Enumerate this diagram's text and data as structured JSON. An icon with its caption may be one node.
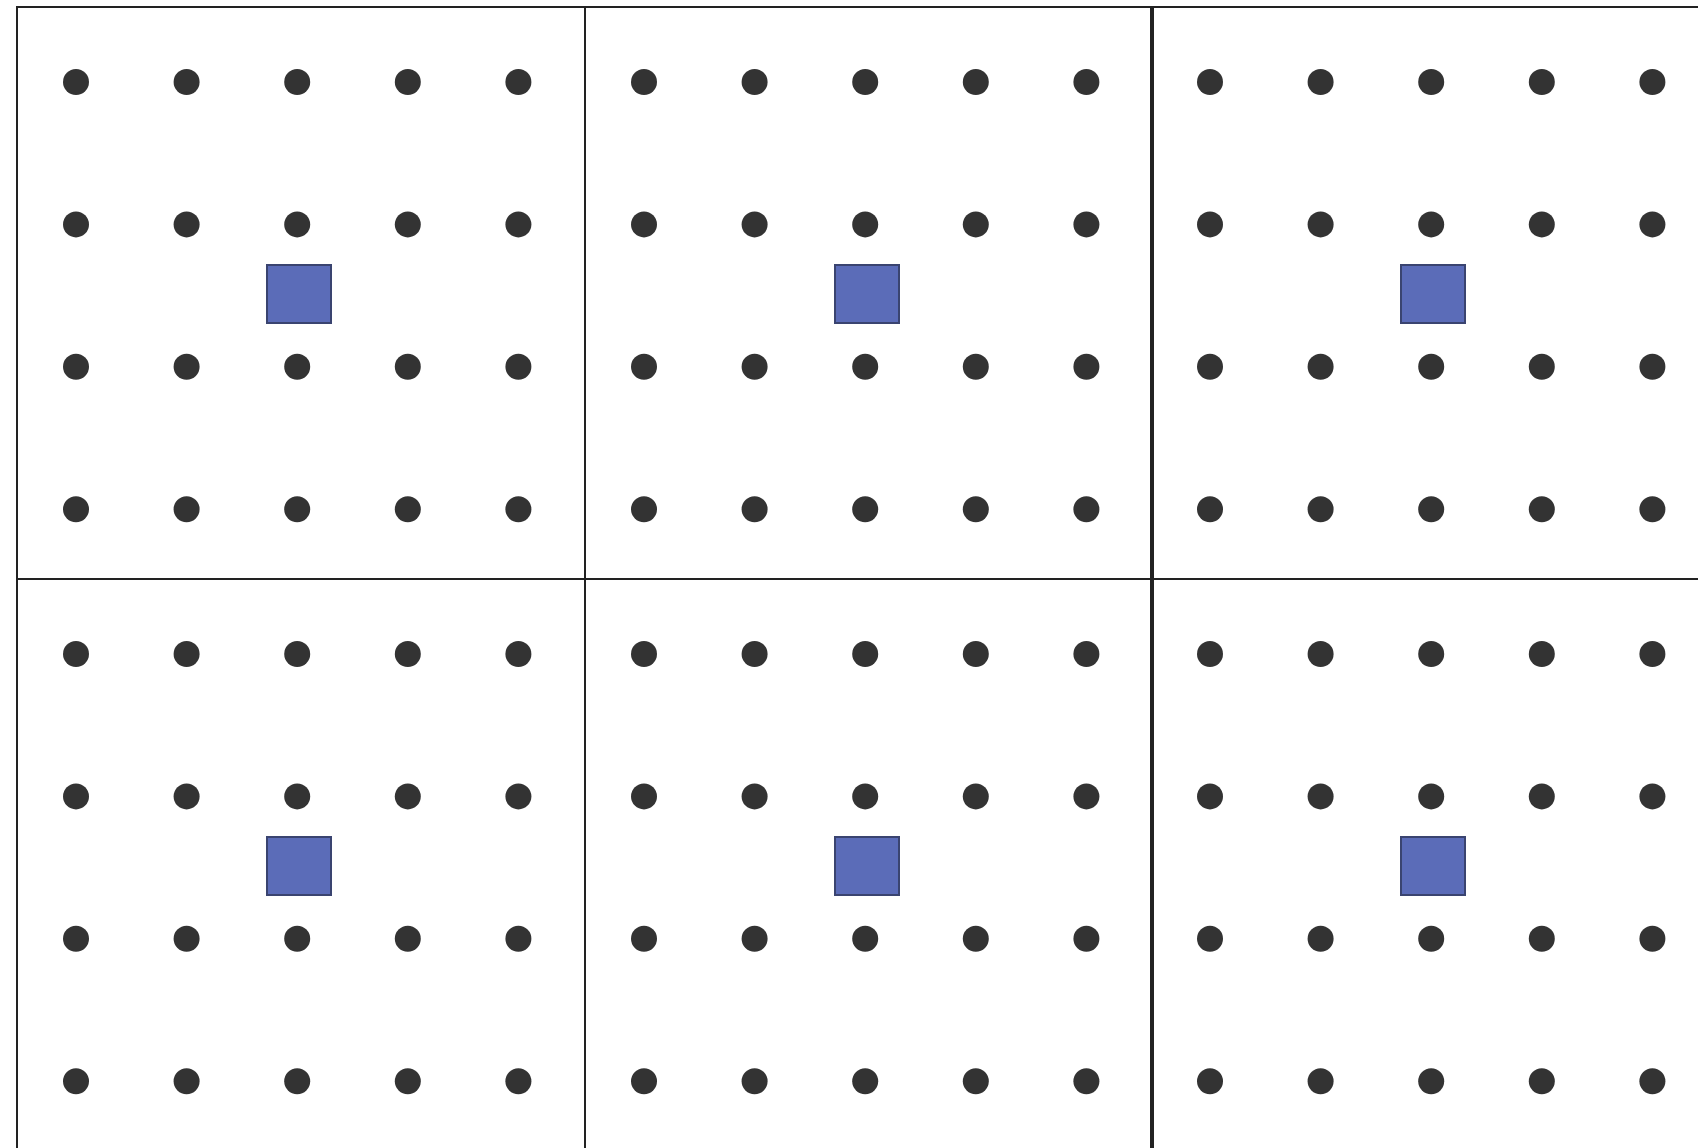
{
  "diagram": {
    "nodes": [
      {
        "text": [],
        "shape": "box"
      },
      {
        "text": [],
        "shape": "box"
      },
      {
        "text": [],
        "shape": "box"
      },
      {
        "text": [],
        "shape": "box"
      },
      {
        "text": [],
        "shape": "box"
      },
      {
        "text": [],
        "shape": "box"
      },
      {
        "text": [],
        "shape": "box",
        "in": 0
      },
      {
        "text": [],
        "shape": "box",
        "in": 1
      },
      {
        "text": [],
        "shape": "box",
        "in": 2
      },
      {
        "text": [],
        "shape": "box",
        "in": 3
      },
      {
        "text": [],
        "shape": "box",
        "in": 4
      },
      {
        "text": [],
        "shape": "box",
        "in": 5
      }
    ]
  }
}
